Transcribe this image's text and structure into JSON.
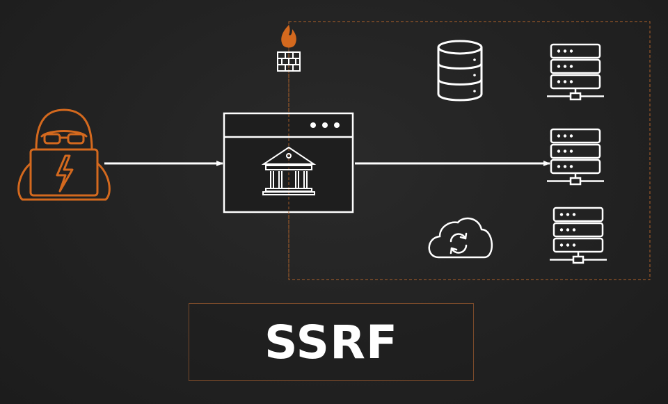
{
  "title": "SSRF",
  "colors": {
    "accent": "#d4691e",
    "foreground": "#ffffff",
    "background": "#242424",
    "boundary": "#b0622a"
  },
  "nodes": [
    {
      "id": "attacker",
      "icon": "hacker-laptop-icon"
    },
    {
      "id": "firewall",
      "icon": "firewall-icon"
    },
    {
      "id": "web-server",
      "icon": "browser-window-bank-icon"
    },
    {
      "id": "database",
      "icon": "database-icon"
    },
    {
      "id": "internal-server-1",
      "icon": "server-rack-icon"
    },
    {
      "id": "internal-server-2",
      "icon": "server-rack-icon"
    },
    {
      "id": "internal-server-3",
      "icon": "server-rack-icon"
    },
    {
      "id": "cloud-sync",
      "icon": "cloud-sync-icon"
    }
  ],
  "edges": [
    {
      "from": "attacker",
      "to": "web-server"
    },
    {
      "from": "web-server",
      "to": "internal-server-2"
    }
  ]
}
